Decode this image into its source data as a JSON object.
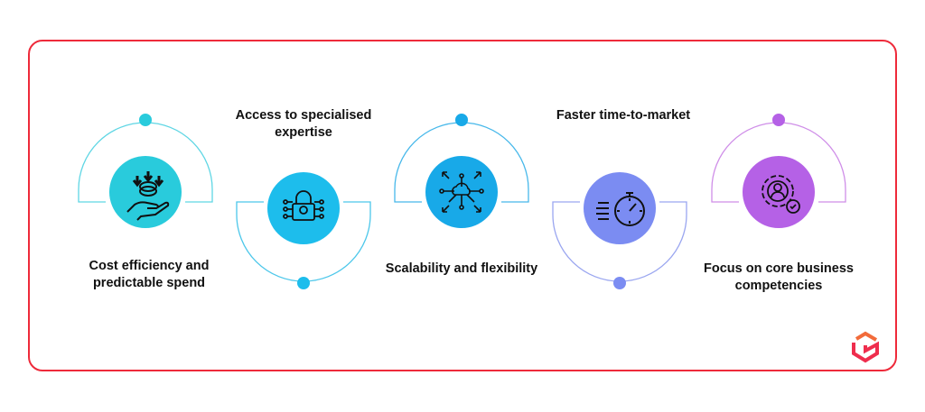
{
  "items": [
    {
      "label_line1": "Cost efficiency and",
      "label_line2": "predictable spend",
      "icon": "hand-coins-icon",
      "color": "#29cbdc",
      "arc_color": "#5fd6e4"
    },
    {
      "label_line1": "Access to specialised",
      "label_line2": "expertise",
      "icon": "digital-lock-icon",
      "color": "#1dbdec",
      "arc_color": "#4cc7ea"
    },
    {
      "label_line1": "Scalability and flexibility",
      "label_line2": "",
      "icon": "cloud-network-icon",
      "color": "#18a9e8",
      "arc_color": "#47b8ea"
    },
    {
      "label_line1": "Faster time-to-market",
      "label_line2": "",
      "icon": "stopwatch-icon",
      "color": "#7b8cf2",
      "arc_color": "#9aa6f0"
    },
    {
      "label_line1": "Focus on core business",
      "label_line2": "competencies",
      "icon": "gear-person-icon",
      "color": "#b561e6",
      "arc_color": "#cf8ee8"
    }
  ],
  "border_color": "#ee2a3a",
  "logo": "brand-cube-logo"
}
